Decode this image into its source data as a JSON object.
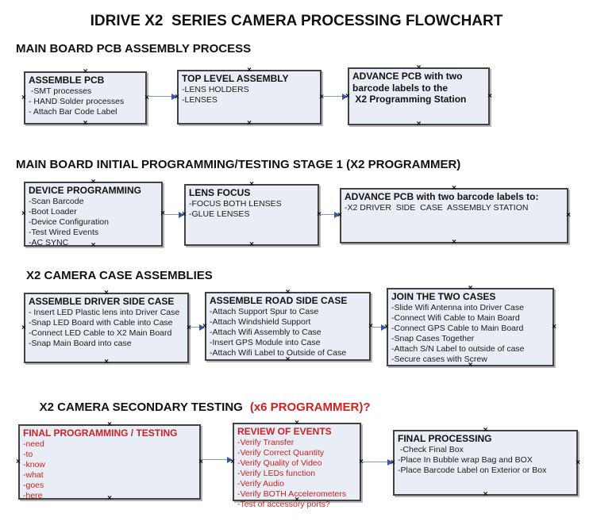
{
  "title": "IDRIVE X2  SERIES CAMERA PROCESSING FLOWCHART",
  "colors": {
    "box_fill": "#e9edf6",
    "box_border": "#424242",
    "red_text": "#cc2222",
    "arrow_line": "#7f99c2",
    "arrow_head": "#3556a5"
  },
  "sections": [
    {
      "header": "MAIN BOARD PCB ASSEMBLY PROCESS",
      "boxes": [
        {
          "title": "ASSEMBLE PCB",
          "lines": [
            " -SMT processes",
            "- HAND Solder processes",
            "- Attach Bar Code Label"
          ]
        },
        {
          "title": "TOP LEVEL ASSEMBLY",
          "lines": [
            "-LENS HOLDERS",
            "-LENSES"
          ]
        },
        {
          "title": "ADVANCE PCB with two\nbarcode labels to the\n X2 Programming Station",
          "lines": []
        }
      ]
    },
    {
      "header": "MAIN BOARD INITIAL PROGRAMMING/TESTING STAGE 1 (X2 PROGRAMMER)",
      "boxes": [
        {
          "title": "DEVICE PROGRAMMING",
          "lines": [
            "-Scan Barcode",
            "-Boot Loader",
            "-Device Configuration",
            "-Test Wired Events",
            "-AC SYNC"
          ]
        },
        {
          "title": "LENS FOCUS",
          "lines": [
            "-FOCUS BOTH LENSES",
            "-GLUE LENSES"
          ]
        },
        {
          "title": "ADVANCE PCB with two barcode labels to:",
          "lines": [
            "-X2 DRIVER  SIDE  CASE  ASSEMBLY STATION"
          ]
        }
      ]
    },
    {
      "header": "X2 CAMERA CASE ASSEMBLIES",
      "boxes": [
        {
          "title": "ASSEMBLE DRIVER SIDE CASE",
          "lines": [
            "- Insert LED Plastic lens into Driver Case",
            "-Snap LED Board with Cable into Case",
            "-Connect LED Cable to X2 Main Board",
            "-Snap Main Board into case"
          ]
        },
        {
          "title": "ASSEMBLE ROAD SIDE CASE",
          "lines": [
            "-Attach Support Spur to Case",
            "-Attach Windshield Support",
            "-Attach Wifi Assembly to Case",
            "-Insert GPS Module into Case",
            "-Attach Wifi Label to Outside of Case"
          ]
        },
        {
          "title": "JOIN THE TWO CASES",
          "lines": [
            "-Slide Wifi Antenna into Driver Case",
            "-Connect Wifi Cable to Main Board",
            "-Connect GPS Cable to Main Board",
            "-Snap Cases Together",
            "-Attach S/N Label to outside of case",
            "-Secure cases with Screw"
          ]
        }
      ]
    },
    {
      "header": "X2 CAMERA SECONDARY TESTING",
      "header_suffix": "(x6 PROGRAMMER)?",
      "boxes": [
        {
          "title": "FINAL PROGRAMMING / TESTING",
          "lines": [
            "-need",
            "-to",
            "-know",
            "-what",
            "-goes",
            "-here"
          ]
        },
        {
          "title": "REVIEW OF EVENTS",
          "lines": [
            "-Verify Transfer",
            "-Verify Correct Quantity",
            "-Verify Quality of Video",
            "-Verify LEDs function",
            "-Verify Audio",
            "-Verify BOTH Accelerometers",
            "-Test of accessory ports?"
          ]
        },
        {
          "title": "FINAL PROCESSING",
          "lines": [
            " -Check Final Box",
            "-Place In Bubble wrap Bag and BOX",
            "-Place Barcode Label on Exterior or Box"
          ]
        }
      ]
    }
  ]
}
